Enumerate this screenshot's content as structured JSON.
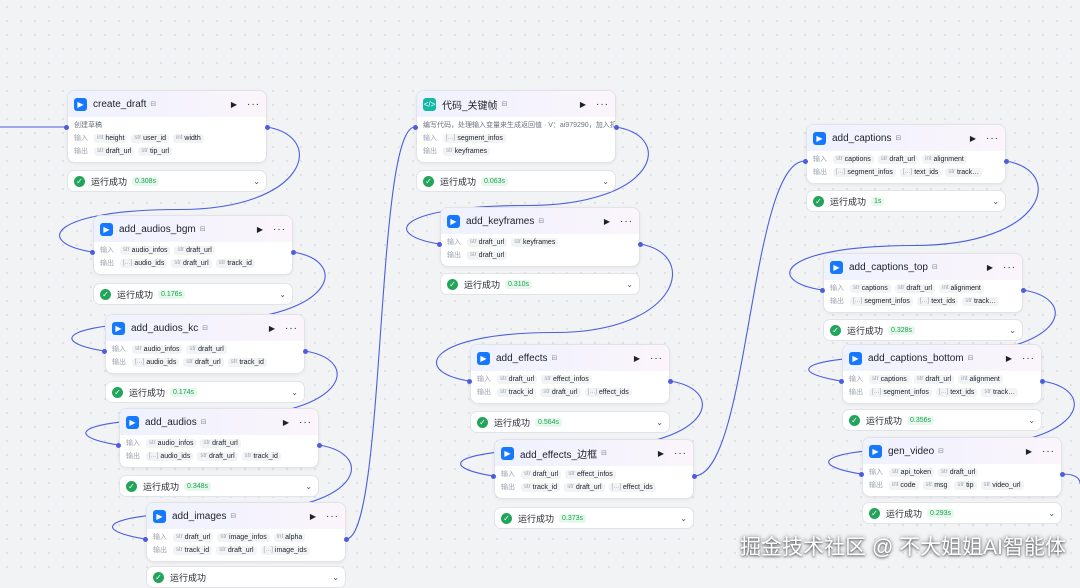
{
  "labels": {
    "input": "输入",
    "output": "输出",
    "status_text": "运行成功"
  },
  "icons": {
    "node": "plugin-icon",
    "code_node": "code-icon",
    "run": "play-icon",
    "more": "more-icon",
    "success": "check-circle-icon",
    "expand": "chevron-down-icon",
    "beta": "badge-icon"
  },
  "colors": {
    "accent": "#1677ff",
    "success": "#22a55a",
    "edge": "#4c5ee0"
  },
  "nodes": [
    {
      "title": "create_draft",
      "desc": "创建草稿",
      "inputs": [
        {
          "type": "int",
          "name": "height"
        },
        {
          "type": "str",
          "name": "user_id"
        },
        {
          "type": "int",
          "name": "width"
        }
      ],
      "outputs": [
        {
          "type": "str",
          "name": "draft_url"
        },
        {
          "type": "str",
          "name": "tip_url"
        }
      ],
      "time": "0.308s"
    },
    {
      "title": "add_audios_bgm",
      "inputs": [
        {
          "type": "str",
          "name": "audio_infos"
        },
        {
          "type": "str",
          "name": "draft_url"
        }
      ],
      "outputs": [
        {
          "type": "list",
          "name": "audio_ids"
        },
        {
          "type": "str",
          "name": "draft_url"
        },
        {
          "type": "str",
          "name": "track_id"
        }
      ],
      "time": "0.176s"
    },
    {
      "title": "add_audios_kc",
      "inputs": [
        {
          "type": "str",
          "name": "audio_infos"
        },
        {
          "type": "str",
          "name": "draft_url"
        }
      ],
      "outputs": [
        {
          "type": "list",
          "name": "audio_ids"
        },
        {
          "type": "str",
          "name": "draft_url"
        },
        {
          "type": "str",
          "name": "track_id"
        }
      ],
      "time": "0.174s"
    },
    {
      "title": "add_audios",
      "inputs": [
        {
          "type": "str",
          "name": "audio_infos"
        },
        {
          "type": "str",
          "name": "draft_url"
        }
      ],
      "outputs": [
        {
          "type": "list",
          "name": "audio_ids"
        },
        {
          "type": "str",
          "name": "draft_url"
        },
        {
          "type": "str",
          "name": "track_id"
        }
      ],
      "time": "0.348s"
    },
    {
      "title": "add_images",
      "inputs": [
        {
          "type": "str",
          "name": "draft_url"
        },
        {
          "type": "str",
          "name": "image_infos"
        },
        {
          "type": "int",
          "name": "alpha"
        }
      ],
      "outputs": [
        {
          "type": "str",
          "name": "track_id"
        },
        {
          "type": "str",
          "name": "draft_url"
        },
        {
          "type": "list",
          "name": "image_ids"
        }
      ],
      "time": ""
    },
    {
      "title": "代码_关键帧",
      "desc": "编写代码，处理输入变量来生成返回值 · V：ai979290，加入扣…",
      "inputs": [
        {
          "type": "list",
          "name": "segment_infos"
        }
      ],
      "outputs": [
        {
          "type": "str",
          "name": "keyframes"
        }
      ],
      "time": "0.063s"
    },
    {
      "title": "add_keyframes",
      "inputs": [
        {
          "type": "str",
          "name": "draft_url"
        },
        {
          "type": "str",
          "name": "keyframes"
        }
      ],
      "outputs": [
        {
          "type": "str",
          "name": "draft_url"
        }
      ],
      "time": "0.310s"
    },
    {
      "title": "add_effects",
      "inputs": [
        {
          "type": "str",
          "name": "draft_url"
        },
        {
          "type": "str",
          "name": "effect_infos"
        }
      ],
      "outputs": [
        {
          "type": "str",
          "name": "track_id"
        },
        {
          "type": "str",
          "name": "draft_url"
        },
        {
          "type": "list",
          "name": "effect_ids"
        }
      ],
      "time": "0.564s"
    },
    {
      "title": "add_effects_边框",
      "inputs": [
        {
          "type": "str",
          "name": "draft_url"
        },
        {
          "type": "str",
          "name": "effect_infos"
        }
      ],
      "outputs": [
        {
          "type": "str",
          "name": "track_id"
        },
        {
          "type": "str",
          "name": "draft_url"
        },
        {
          "type": "list",
          "name": "effect_ids"
        }
      ],
      "time": "0.373s"
    },
    {
      "title": "add_captions",
      "inputs": [
        {
          "type": "str",
          "name": "captions"
        },
        {
          "type": "str",
          "name": "draft_url"
        },
        {
          "type": "int",
          "name": "alignment"
        }
      ],
      "outputs": [
        {
          "type": "list",
          "name": "segment_infos"
        },
        {
          "type": "list",
          "name": "text_ids"
        },
        {
          "type": "str",
          "name": "track…"
        }
      ],
      "time": "1s"
    },
    {
      "title": "add_captions_top",
      "inputs": [
        {
          "type": "str",
          "name": "captions"
        },
        {
          "type": "str",
          "name": "draft_url"
        },
        {
          "type": "int",
          "name": "alignment"
        }
      ],
      "outputs": [
        {
          "type": "list",
          "name": "segment_infos"
        },
        {
          "type": "list",
          "name": "text_ids"
        },
        {
          "type": "str",
          "name": "track…"
        }
      ],
      "time": "0.328s"
    },
    {
      "title": "add_captions_bottom",
      "inputs": [
        {
          "type": "str",
          "name": "captions"
        },
        {
          "type": "str",
          "name": "draft_url"
        },
        {
          "type": "int",
          "name": "alignment"
        }
      ],
      "outputs": [
        {
          "type": "list",
          "name": "segment_infos"
        },
        {
          "type": "list",
          "name": "text_ids"
        },
        {
          "type": "str",
          "name": "track…"
        }
      ],
      "time": "0.356s"
    },
    {
      "title": "gen_video",
      "inputs": [
        {
          "type": "str",
          "name": "api_token"
        },
        {
          "type": "str",
          "name": "draft_url"
        }
      ],
      "outputs": [
        {
          "type": "int",
          "name": "code"
        },
        {
          "type": "str",
          "name": "msg"
        },
        {
          "type": "str",
          "name": "tip"
        },
        {
          "type": "str",
          "name": "video_url"
        }
      ],
      "time": "0.293s"
    }
  ],
  "watermark": "掘金技术社区 @ 不大姐姐AI智能体"
}
